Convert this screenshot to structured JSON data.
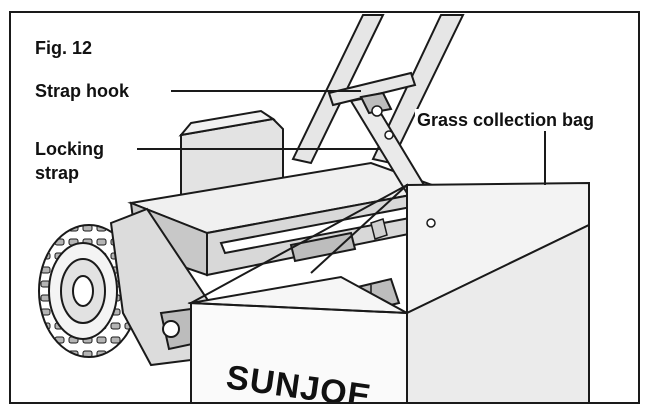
{
  "figure": {
    "title": "Fig. 12",
    "labels": {
      "strap_hook": "Strap hook",
      "locking_strap": "Locking strap",
      "grass_collection_bag": "Grass collection bag"
    },
    "brand": "SUNJOE"
  },
  "colors": {
    "line": "#1a1a1a",
    "shade": "#cfcfcf",
    "shade_dark": "#9a9a9a",
    "background": "#ffffff"
  },
  "icons": {
    "mower": "lawn-mower-illustration",
    "bag": "grass-collection-bag-illustration"
  }
}
